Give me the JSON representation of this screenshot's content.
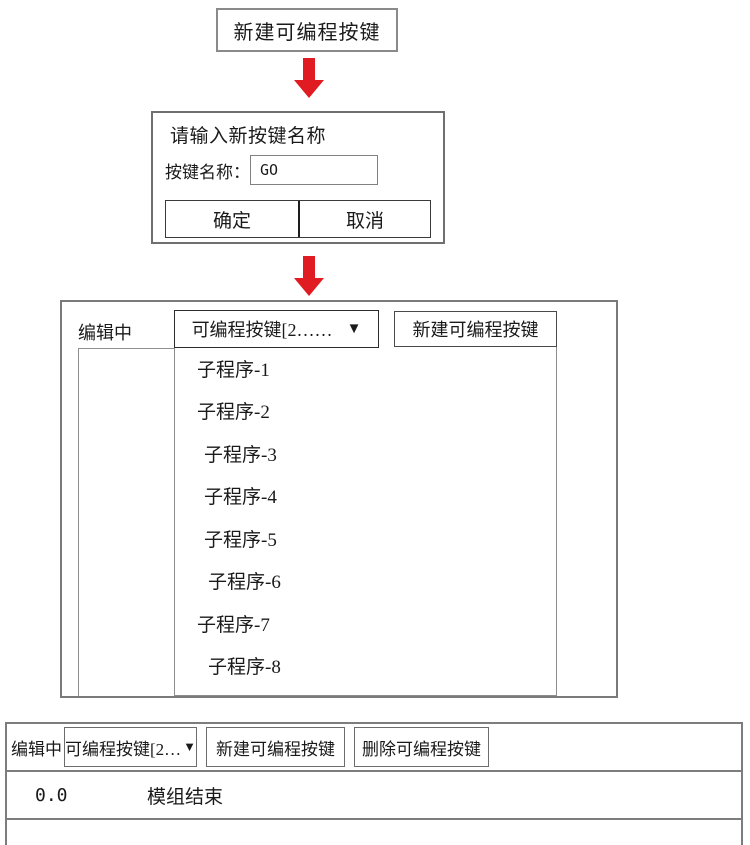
{
  "step1": {
    "new_key_button_label": "新建可编程按键"
  },
  "arrows": {
    "color": "#e01b22",
    "icon_1": "arrow-down-icon",
    "icon_2": "arrow-down-icon"
  },
  "dialog": {
    "title": "请输入新按键名称",
    "field_label": "按键名称：",
    "field_value": "GO",
    "field_placeholder": "",
    "confirm_label": "确定",
    "cancel_label": "取消"
  },
  "panel": {
    "status_label": "编辑中",
    "dropdown_value": "可编程按键[2……",
    "dropdown_caret": "▼",
    "new_key_label": "新建可编程按键",
    "options": [
      "子程序-1",
      "子程序-2",
      "子程序-3",
      "子程序-4",
      "子程序-5",
      "子程序-6",
      "子程序-7",
      "子程序-8"
    ]
  },
  "bottom": {
    "status_label": "编辑中",
    "dropdown_value": "可编程按键[2…",
    "dropdown_caret": "▼",
    "new_key_label": "新建可编程按键",
    "delete_key_label": "删除可编程按键",
    "end_row_value": "0.0",
    "end_row_text": "模组结束"
  }
}
